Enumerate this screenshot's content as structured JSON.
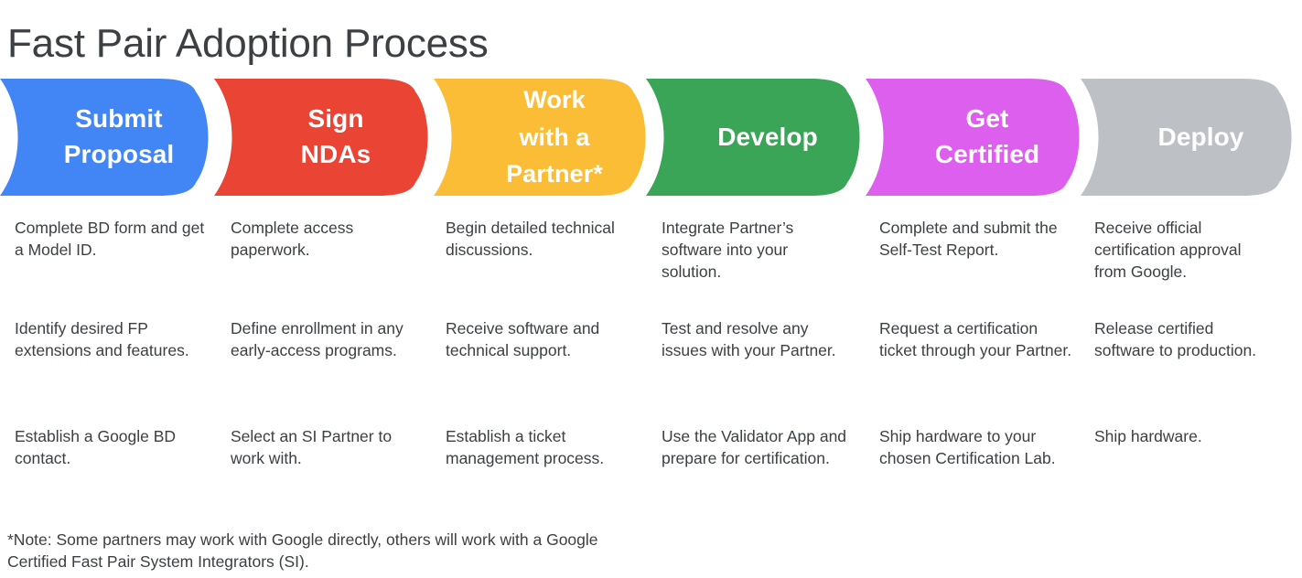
{
  "title": "Fast Pair Adoption Process",
  "colors": {
    "blue": "#4285F4",
    "red": "#EA4435",
    "yellow": "#FBBC36",
    "green": "#3BA557",
    "magenta": "#DD5FEE",
    "gray": "#BDC1C6",
    "text": "#3c4043",
    "banner_text": "#FFFFFF"
  },
  "steps": [
    {
      "id": "submit-proposal",
      "color": "#4285F4",
      "label_lines": [
        "Submit",
        "Proposal"
      ],
      "details": [
        "Complete BD form and get a Model ID.",
        "Identify desired FP extensions and features.",
        "Establish a Google BD contact."
      ]
    },
    {
      "id": "sign-ndas",
      "color": "#EA4435",
      "label_lines": [
        "Sign",
        "NDAs"
      ],
      "details": [
        "Complete access paperwork.",
        "Define enrollment in any early-access programs.",
        "Select an SI Partner to work with."
      ]
    },
    {
      "id": "work-with-a-partner",
      "color": "#FBBC36",
      "label_lines": [
        "Work",
        "with a",
        "Partner*"
      ],
      "details": [
        "Begin detailed technical discussions.",
        "Receive software and technical support.",
        "Establish a ticket management process."
      ]
    },
    {
      "id": "develop",
      "color": "#3BA557",
      "label_lines": [
        "Develop"
      ],
      "details": [
        "Integrate Partner’s software into your solution.",
        "Test and resolve any issues with your Partner.",
        "Use the Validator App and prepare for certification."
      ]
    },
    {
      "id": "get-certified",
      "color": "#DD5FEE",
      "label_lines": [
        "Get",
        "Certified"
      ],
      "details": [
        "Complete and submit the Self-Test Report.",
        "Request a certification ticket through your Partner.",
        "Ship hardware to your chosen Certification Lab."
      ]
    },
    {
      "id": "deploy",
      "color": "#BDC1C6",
      "label_lines": [
        "Deploy"
      ],
      "details": [
        "Receive official certification approval from Google.",
        "Release certified software to production.",
        "Ship hardware."
      ]
    }
  ],
  "footnote": {
    "line1": "*Note: Some partners may work with Google directly, others will work with a",
    "line2": "Google Certified Fast Pair System Integrators (SI)."
  }
}
